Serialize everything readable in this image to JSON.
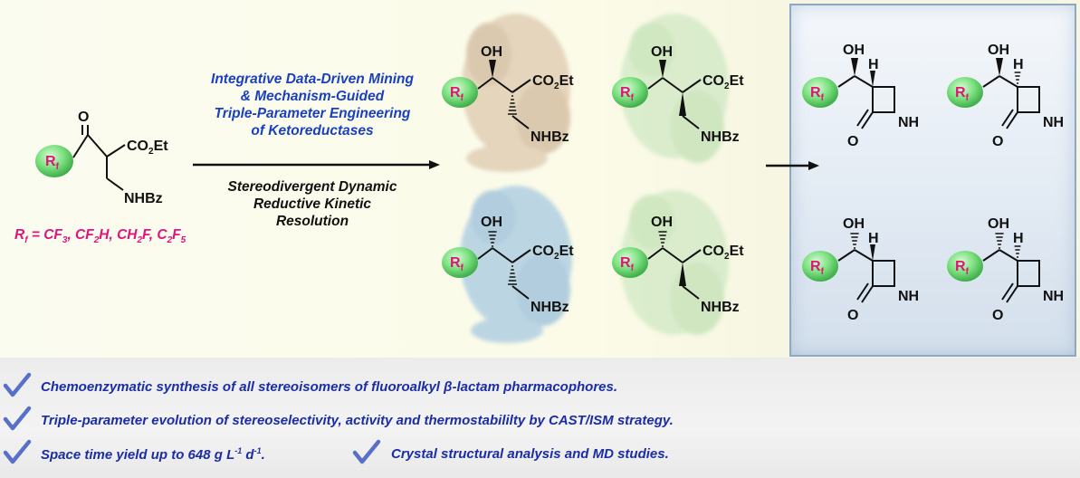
{
  "substrate": {
    "rf_label": "R",
    "rf_sub": "f",
    "carbonyl_o": "O",
    "ester": "CO",
    "ester_sub": "2",
    "ester_tail": "Et",
    "amide": "NHBz"
  },
  "rf_definition": {
    "prefix": "R",
    "prefix_sub": "f",
    "equals": " = CF",
    "s1": "3",
    "t1": ", CF",
    "s2": "2",
    "t2": "H, CH",
    "s3": "2",
    "t3": "F, C",
    "s4": "2",
    "t4": "F",
    "s5": "5"
  },
  "conditions": {
    "top_lines": [
      "Integrative Data-Driven Mining",
      "& Mechanism-Guided",
      "Triple-Parameter Engineering",
      "of Ketoreductases"
    ],
    "bottom_lines": [
      "Stereodivergent Dynamic",
      "Reductive Kinetic",
      "Resolution"
    ]
  },
  "intermediates": {
    "oh": "OH",
    "ester": "CO",
    "ester_sub": "2",
    "ester_tail": "Et",
    "amide": "NHBz",
    "rf_label": "R",
    "rf_sub": "f"
  },
  "products": {
    "oh": "OH",
    "h": "H",
    "nh": "NH",
    "o": "O",
    "rf_label": "R",
    "rf_sub": "f"
  },
  "features": [
    {
      "text": "Chemoenzymatic synthesis of all stereoisomers of fluoroalkyl  β-lactam pharmacophores."
    },
    {
      "text": "Triple-parameter evolution of stereoselectivity, activity and thermostabililty by CAST/ISM strategy."
    },
    {
      "text_a": "Space time yield up to 648 g L",
      "sup_a": "-1",
      "text_b": " d",
      "sup_b": "-1",
      "text_c": "."
    },
    {
      "text": "Crystal structural analysis and MD studies."
    }
  ],
  "colors": {
    "rf_fill": "#7be07f",
    "rf_text": "#e0157a",
    "conditions_top": "#1a3fbf",
    "features_text": "#1a2da6",
    "check": "#5870c8",
    "enzyme_tan": "#c9a887",
    "enzyme_green": "#a9d9a4",
    "enzyme_blue": "#6fa9dc"
  }
}
